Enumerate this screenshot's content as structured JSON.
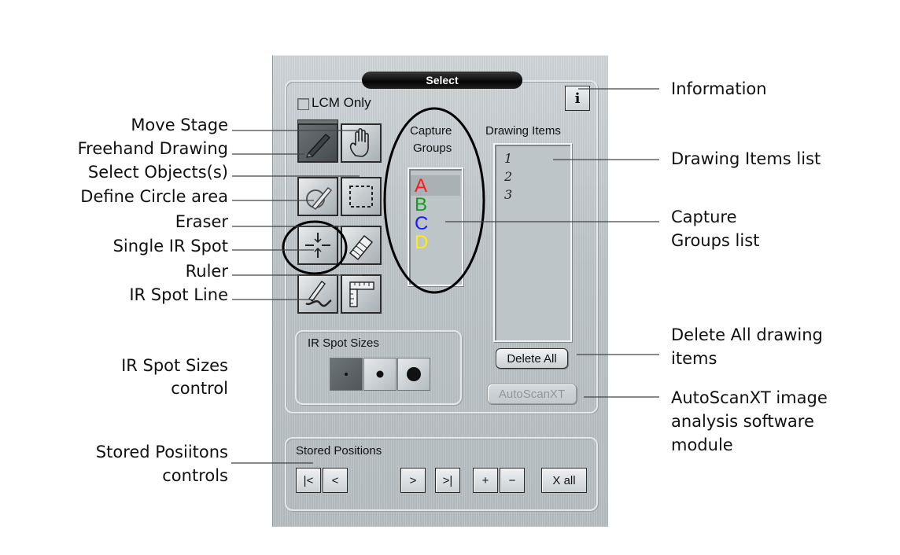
{
  "panel": {
    "title": "Select",
    "info_button": "i",
    "lcm_only_label": "LCM Only",
    "lcm_only_checked": false,
    "capture_groups_title_line1": "Capture",
    "capture_groups_title_line2": "Groups",
    "capture_groups": [
      {
        "letter": "A",
        "color": "#ff1a1a"
      },
      {
        "letter": "B",
        "color": "#1a9a1a"
      },
      {
        "letter": "C",
        "color": "#1a1aff"
      },
      {
        "letter": "D",
        "color": "#ffee00"
      }
    ],
    "drawing_items_title": "Drawing Items",
    "drawing_items": [
      "1",
      "2",
      "3"
    ],
    "delete_all_label": "Delete All",
    "autoscan_label": "AutoScanXT",
    "ir_spot_sizes_title": "IR Spot Sizes",
    "stored_positions_title": "Stored Positions",
    "stored_buttons": {
      "first": "|<",
      "prev": "<",
      "next": ">",
      "last": ">|",
      "plus": "+",
      "minus": "−",
      "xall": "X all"
    }
  },
  "annotations": {
    "move_stage": "Move Stage",
    "freehand_drawing": "Freehand Drawing",
    "select_objects": "Select Objects(s)",
    "define_circle": "Define Circle area",
    "eraser": "Eraser",
    "single_ir_spot": "Single IR Spot",
    "ruler": "Ruler",
    "ir_spot_line": "IR Spot Line",
    "ir_spot_sizes_line1": "IR Spot Sizes",
    "ir_spot_sizes_line2": "control",
    "stored_line1": "Stored Posiitons",
    "stored_line2": "controls",
    "information": "Information",
    "drawing_items_list": "Drawing Items list",
    "capture_line1": "Capture",
    "capture_line2": "Groups list",
    "delete_line1": "Delete All drawing",
    "delete_line2": "items",
    "autoscan_line1": "AutoScanXT image",
    "autoscan_line2": "analysis software",
    "autoscan_line3": "module"
  },
  "colors": {
    "panel_bg": "#bcc4c8",
    "title_bg": "#000000",
    "pressed_btn": "#555c60"
  }
}
